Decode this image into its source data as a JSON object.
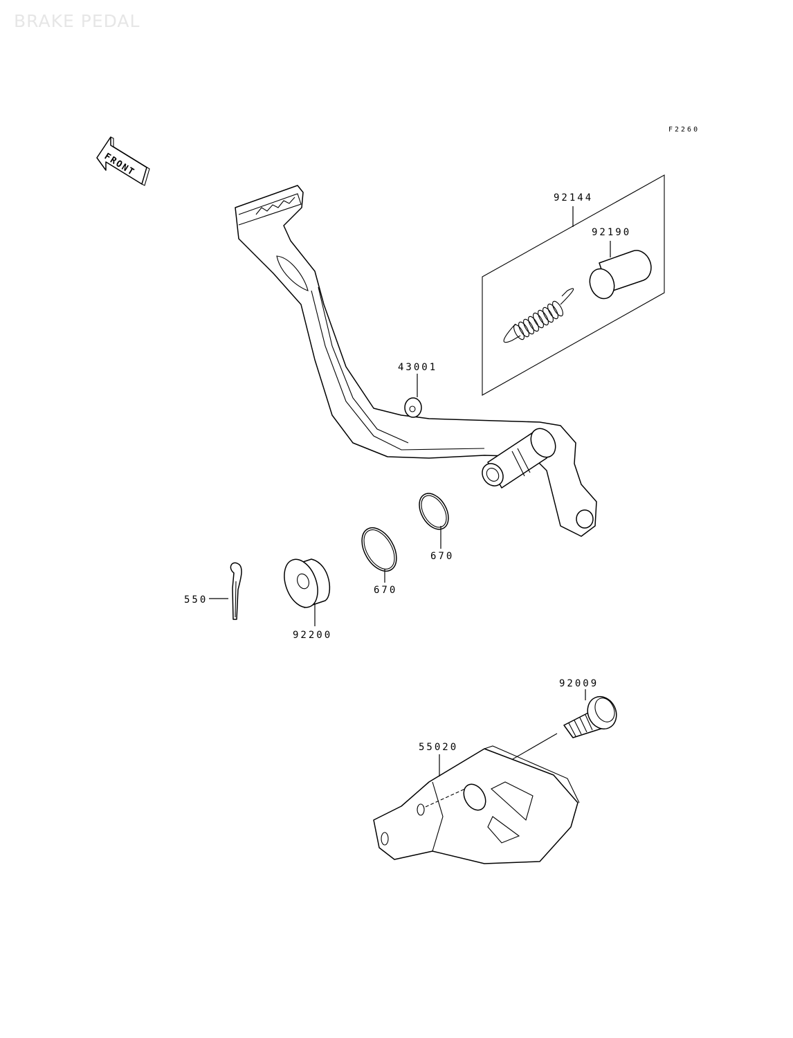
{
  "watermark": "BRAKE PEDAL",
  "figure_code": "F2260",
  "front_label": "FRONT",
  "callouts": {
    "p92144": "92144",
    "p92190": "92190",
    "p43001": "43001",
    "p670a": "670",
    "p670b": "670",
    "p550": "550",
    "p92200": "92200",
    "p92009": "92009",
    "p55020": "55020"
  }
}
